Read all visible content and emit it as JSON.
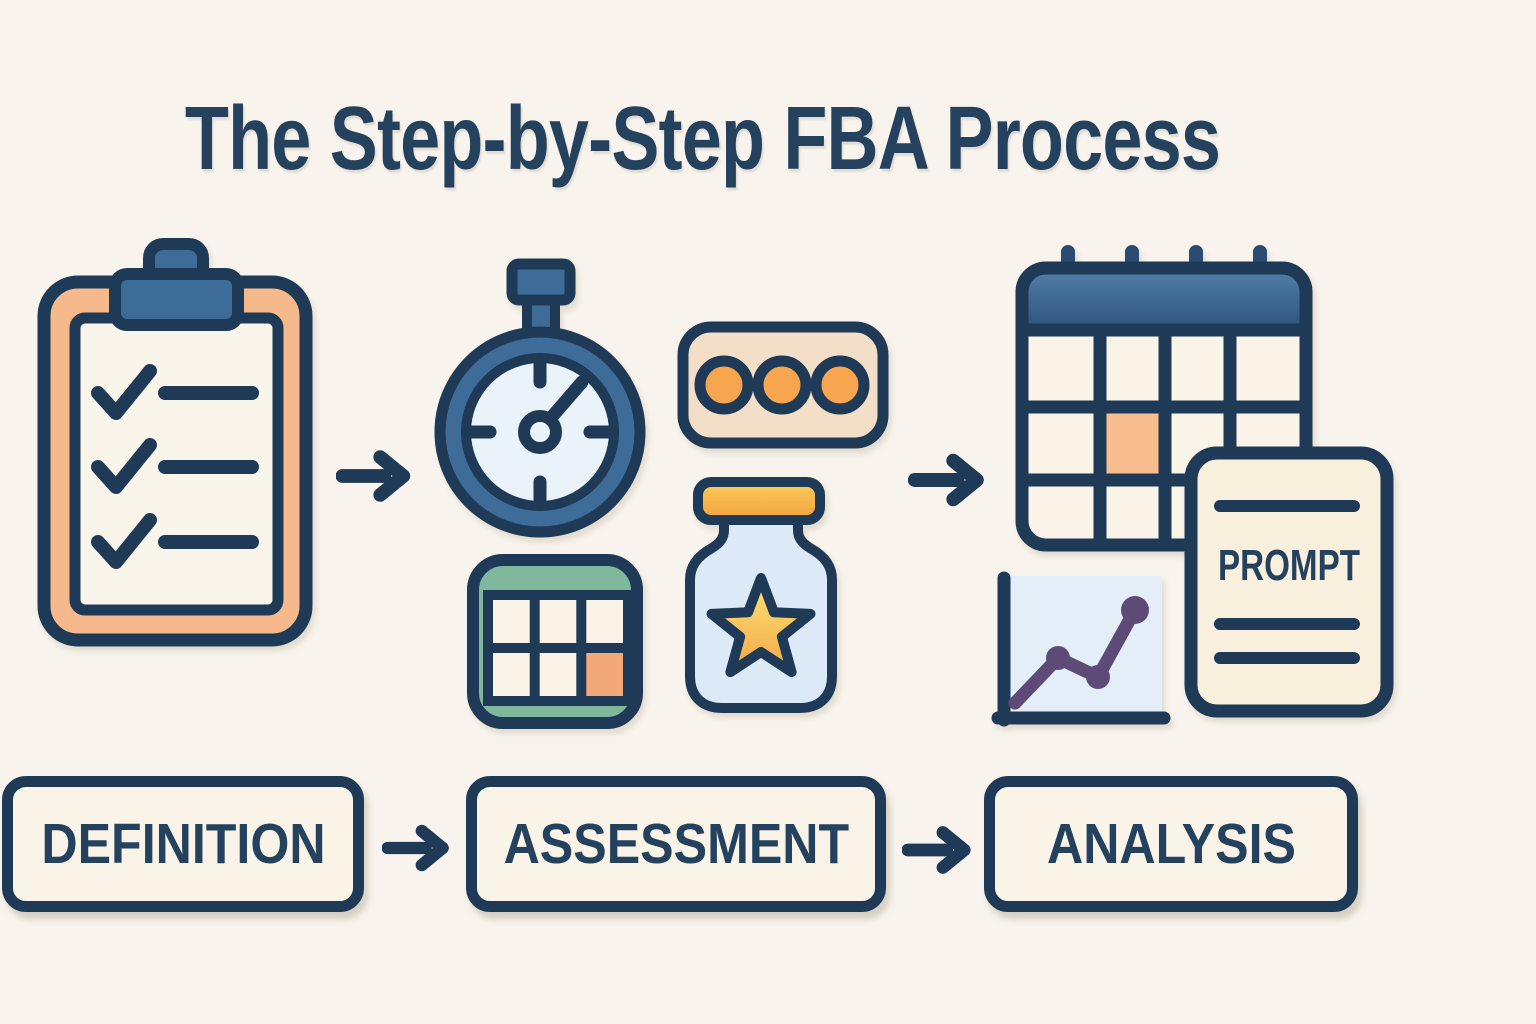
{
  "title": "The Step-by-Step FBA Process",
  "flow": {
    "stages": [
      {
        "label": "DEFINITION"
      },
      {
        "label": "ASSESSMENT"
      },
      {
        "label": "ANALYSIS"
      }
    ]
  },
  "prompt_card": {
    "label": "PROMPT"
  },
  "icons": {
    "step1": "checklist-clipboard-icon",
    "step2": [
      "stopwatch-icon",
      "dots-badge-icon",
      "table-grid-icon",
      "star-jar-icon"
    ],
    "step3": [
      "calendar-icon",
      "line-chart-icon",
      "prompt-document-icon"
    ],
    "connectors": "right-arrow-icon"
  },
  "colors": {
    "background": "#F8F4ED",
    "outline_navy": "#1F3A56",
    "text_navy": "#24425E",
    "steel_blue": "#3E6C98",
    "peg_navy": "#2A4C70",
    "cream": "#FAF4E8",
    "paper_cream": "#FAF5EB",
    "clipboard_orange": "#F5B98B",
    "dot_orange": "#F7A54F",
    "cell_orange": "#F2A979",
    "calendar_cell_orange": "#F9BE90",
    "pill_tan": "#F3DFC7",
    "grid_green": "#7FB89D",
    "watch_face_blue": "#EAF2FA",
    "jar_blue": "#DCEAF7",
    "chart_bg_blue": "#E3EEF8",
    "line_purple": "#5D4A77",
    "doc_cream": "#F8EFDC",
    "lid_yellow": "#FBCB5D",
    "lid_orange": "#F2A23C",
    "star_yellow": "#FCE573",
    "star_orange": "#F4A74B",
    "header_blue_light": "#517FA9",
    "header_blue_dark": "#2E547B"
  }
}
